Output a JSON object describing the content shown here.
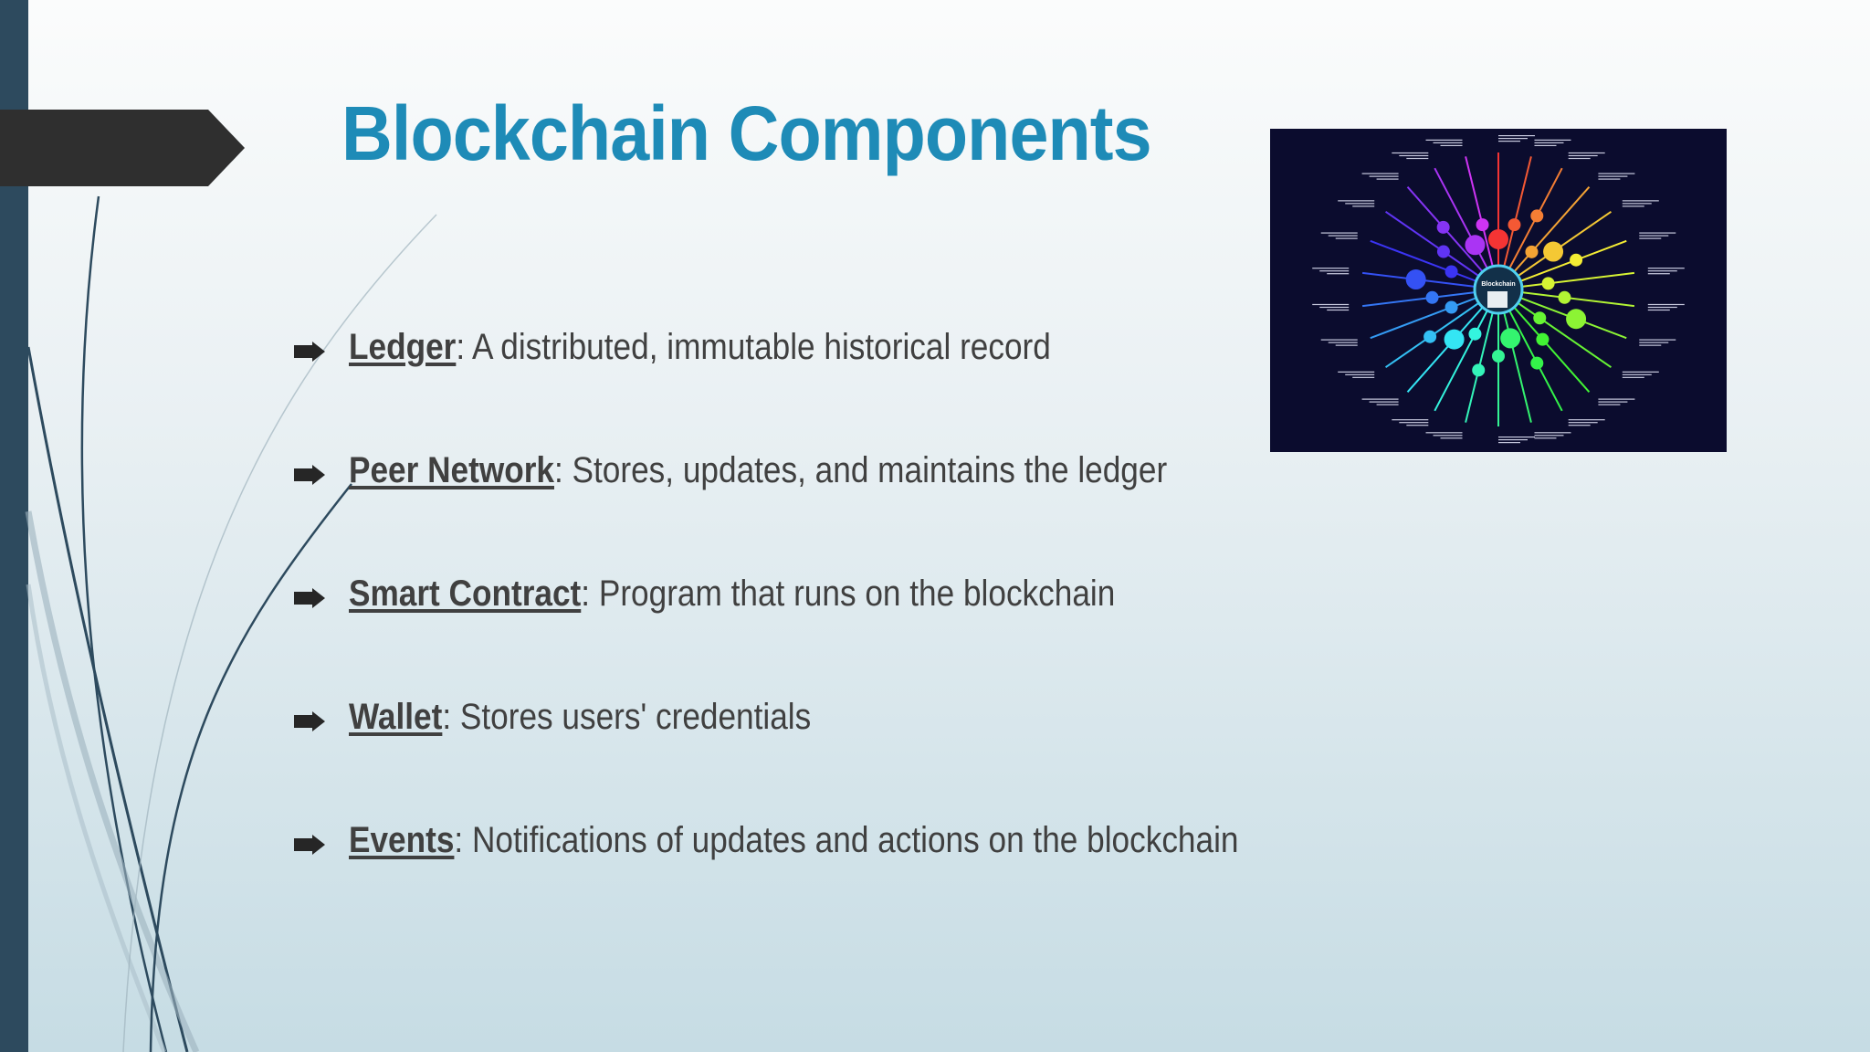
{
  "slide": {
    "title": "Blockchain Components",
    "bullets": [
      {
        "term": "Ledger",
        "description": ": A distributed, immutable historical record"
      },
      {
        "term": "Peer Network",
        "description": ": Stores, updates, and maintains the ledger"
      },
      {
        "term": "Smart Contract",
        "description": ": Program that runs on the blockchain"
      },
      {
        "term": "Wallet",
        "description": ": Stores users' credentials"
      },
      {
        "term": "Events",
        "description": ": Notifications of updates and actions on the blockchain"
      }
    ]
  },
  "diagram": {
    "center_label": "Blockchain",
    "icon": "blockchain-hub-diagram"
  },
  "colors": {
    "title": "#1e8bb7",
    "body_text": "#404040",
    "left_bar": "#2d4a5e",
    "arrow_tab": "#2f2f2f",
    "diagram_bg": "#0b0c2e"
  }
}
